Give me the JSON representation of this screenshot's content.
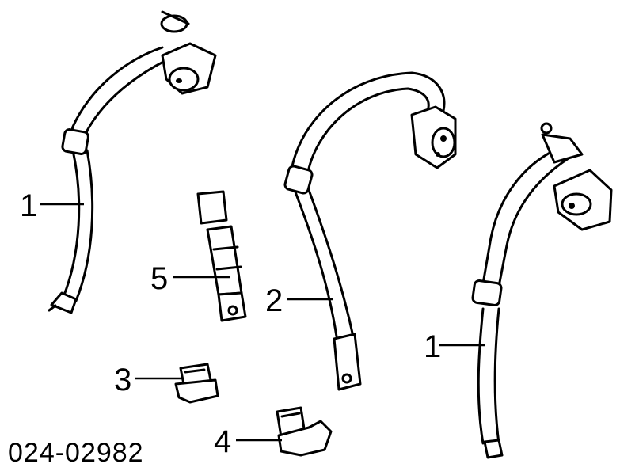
{
  "diagram": {
    "callouts": [
      {
        "id": "c1-left",
        "label": "1"
      },
      {
        "id": "c1-right",
        "label": "1"
      },
      {
        "id": "c2",
        "label": "2"
      },
      {
        "id": "c3",
        "label": "3"
      },
      {
        "id": "c4",
        "label": "4"
      },
      {
        "id": "c5",
        "label": "5"
      }
    ],
    "part_code": "024-02982"
  }
}
